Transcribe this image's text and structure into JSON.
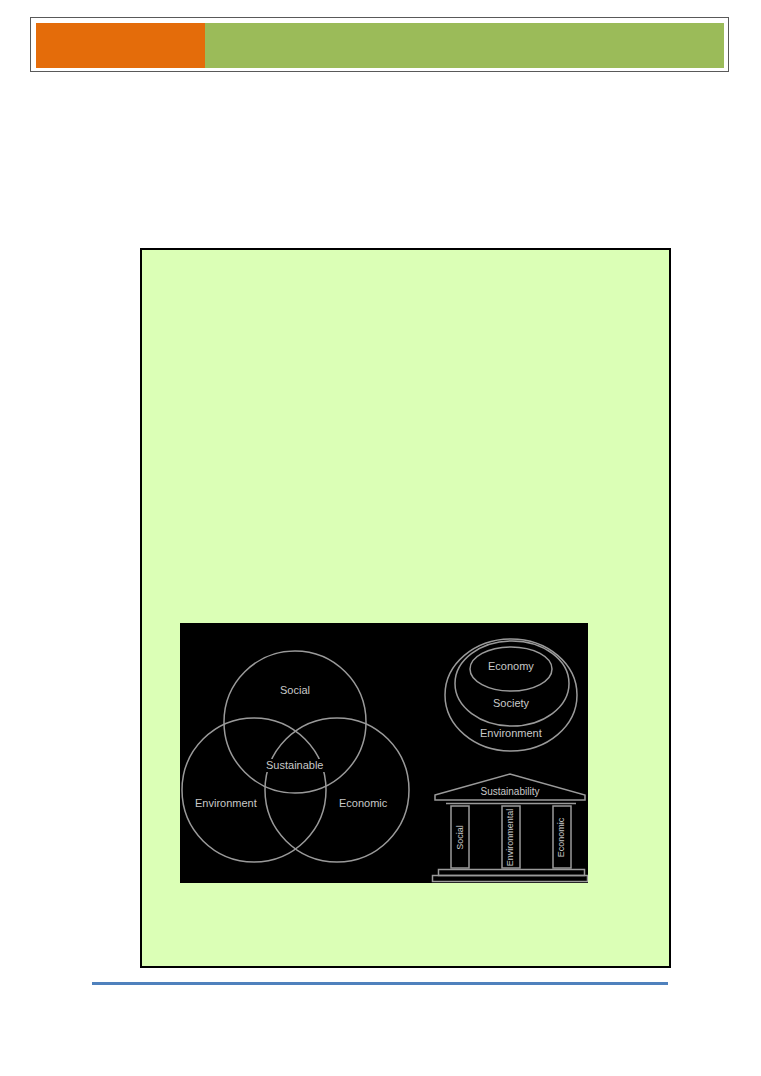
{
  "diagram": {
    "nodes": [
      {
        "text": [
          "Social"
        ]
      },
      {
        "text": [
          "Environment"
        ]
      },
      {
        "text": [
          "Economic"
        ]
      },
      {
        "text": [
          "Environment"
        ]
      },
      {
        "text": [
          "Society"
        ],
        "in": 3
      },
      {
        "text": [
          "Economy"
        ],
        "in": 4
      },
      {
        "text": [
          "Sustainability"
        ]
      },
      {
        "text": [
          "Social"
        ]
      },
      {
        "text": [
          "Environmental"
        ]
      },
      {
        "text": [
          "Economic"
        ]
      }
    ],
    "labels": [
      "Sustainable"
    ]
  }
}
